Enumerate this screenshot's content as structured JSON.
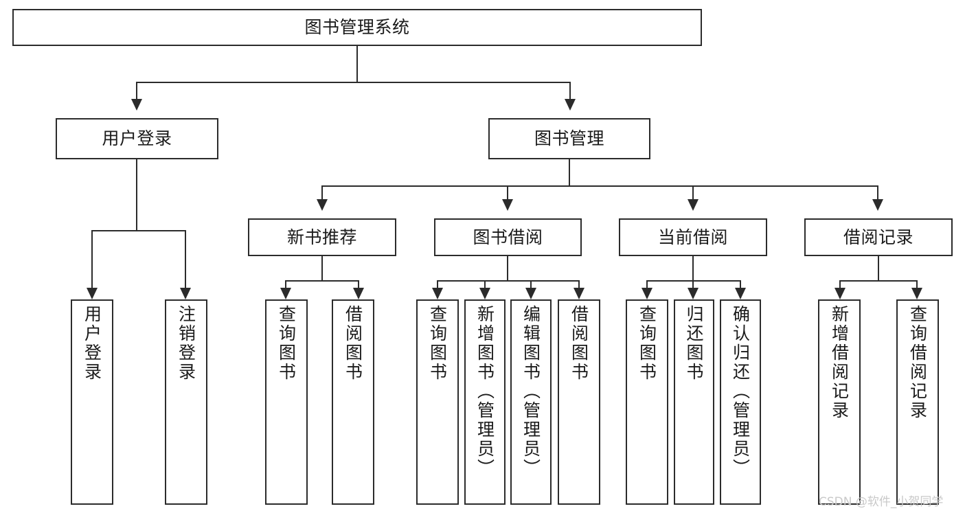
{
  "diagram": {
    "title": "图书管理系统",
    "type": "tree-hierarchy-chart",
    "root": {
      "label": "图书管理系统"
    },
    "level2": [
      {
        "label": "用户登录"
      },
      {
        "label": "图书管理"
      }
    ],
    "level3": [
      {
        "label": "新书推荐"
      },
      {
        "label": "图书借阅"
      },
      {
        "label": "当前借阅"
      },
      {
        "label": "借阅记录"
      }
    ],
    "leaves": {
      "user_login": [
        {
          "label": "用户登录"
        },
        {
          "label": "注销登录"
        }
      ],
      "new_book_recommend": [
        {
          "label": "查询图书"
        },
        {
          "label": "借阅图书"
        }
      ],
      "book_borrow": [
        {
          "label": "查询图书"
        },
        {
          "label": "新增图书（管理员）"
        },
        {
          "label": "编辑图书（管理员）"
        },
        {
          "label": "借阅图书"
        }
      ],
      "current_borrow": [
        {
          "label": "查询图书"
        },
        {
          "label": "归还图书"
        },
        {
          "label": "确认归还（管理员）"
        }
      ],
      "borrow_record": [
        {
          "label": "新增借阅记录"
        },
        {
          "label": "查询借阅记录"
        }
      ]
    }
  },
  "watermark": {
    "text": "CSDN @软件_小贺同学"
  },
  "colors": {
    "stroke": "#2b2b2b",
    "fill": "#ffffff",
    "text": "#1a1a1a",
    "watermark": "#c9c9c9"
  }
}
